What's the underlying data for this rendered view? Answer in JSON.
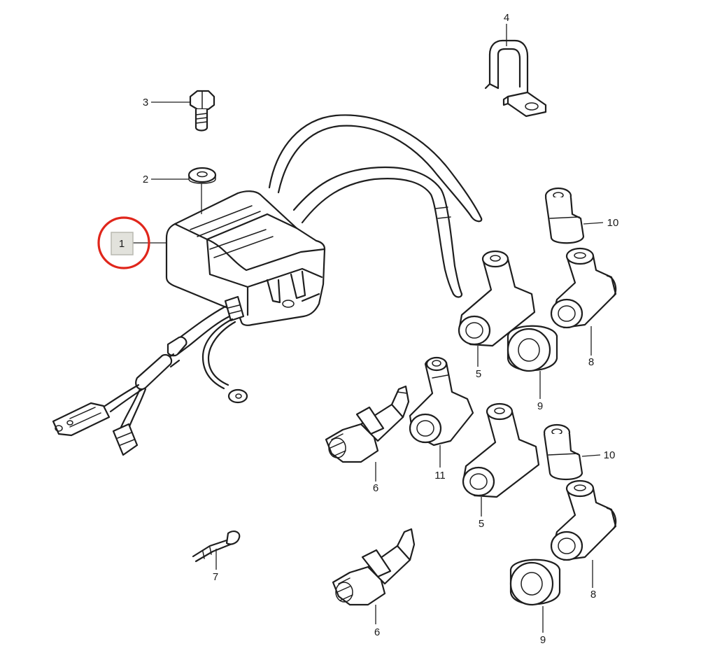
{
  "callouts": {
    "c1": "1",
    "c2": "2",
    "c3": "3",
    "c4": "4",
    "c5a": "5",
    "c5b": "5",
    "c6a": "6",
    "c6b": "6",
    "c7": "7",
    "c8a": "8",
    "c8b": "8",
    "c9a": "9",
    "c9b": "9",
    "c10a": "10",
    "c10b": "10",
    "c11": "11"
  },
  "highlight": {
    "target": "1",
    "ring_color": "#e0261b",
    "box_color": "#e2e2dc"
  }
}
